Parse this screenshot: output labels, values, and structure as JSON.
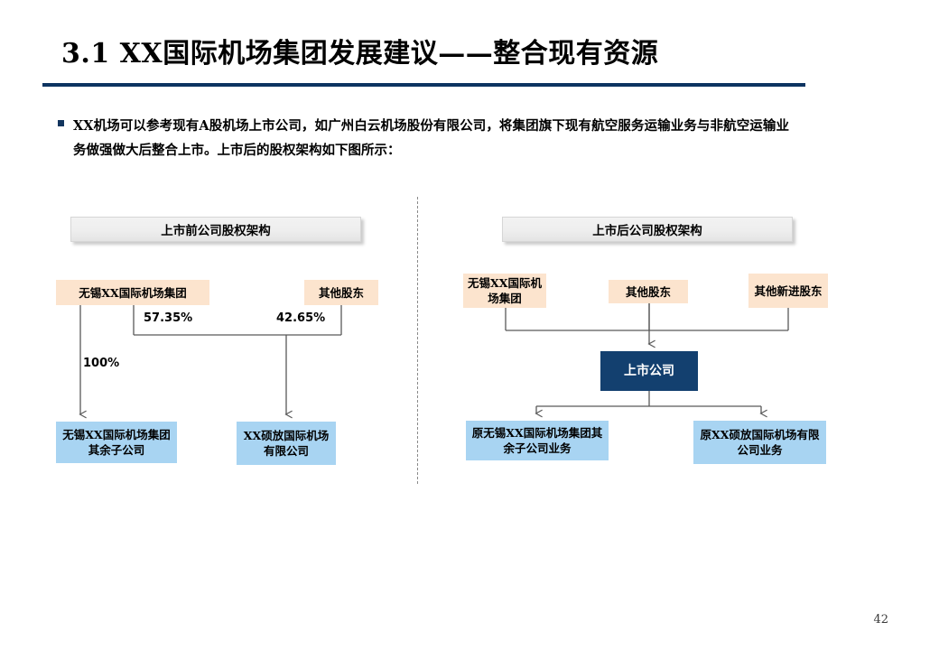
{
  "slide": {
    "title": "3.1 XX国际机场集团发展建议——整合现有资源",
    "page_number": "42",
    "accent_color": "#0d3461",
    "bullet_marker_color": "#12355e",
    "peach_box_color": "#fce4ce",
    "blue_box_color": "#a8d4f2",
    "navy_box_color": "#13406f"
  },
  "bullet": {
    "text": "XX机场可以参考现有A股机场上市公司，如广州白云机场股份有限公司，将集团旗下现有航空服务运输业务与非航空运输业务做强做大后整合上市。上市后的股权架构如下图所示："
  },
  "diagram_before": {
    "banner": "上市前公司股权架构",
    "boxes": {
      "group": "无锡XX国际机场集团",
      "others": "其他股东",
      "subsidiaries": "无锡XX国际机场集团其余子公司",
      "shuofang": "XX硕放国际机场有限公司"
    },
    "percentages": {
      "group_to_shuofang": "57.35%",
      "others_to_shuofang": "42.65%",
      "group_to_subsidiaries": "100%"
    }
  },
  "diagram_after": {
    "banner": "上市后公司股权架构",
    "boxes": {
      "group": "无锡XX国际机场集团",
      "others": "其他股东",
      "new_holders": "其他新进股东",
      "listed_company": "上市公司",
      "subsidiaries_business": "原无锡XX国际机场集团其余子公司业务",
      "shuofang_business": "原XX硕放国际机场有限公司业务"
    }
  }
}
